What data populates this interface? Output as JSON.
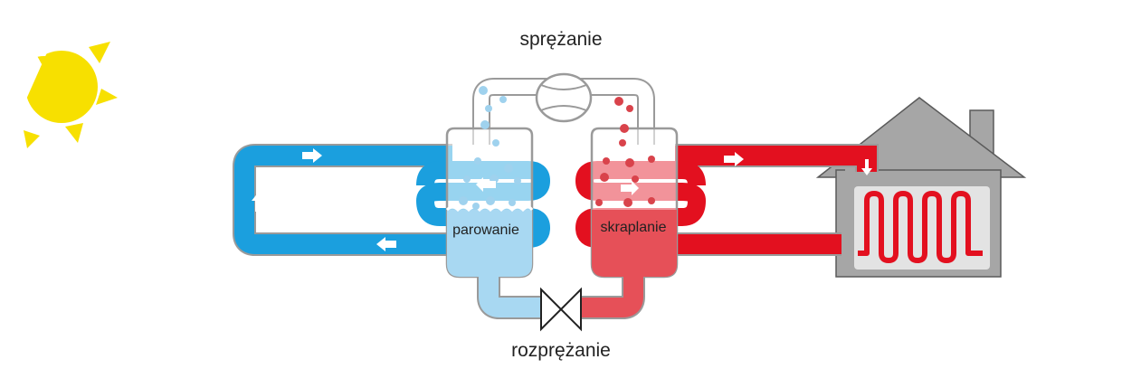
{
  "labels": {
    "compression": "sprężanie",
    "expansion": "rozprężanie",
    "evaporation": "parowanie",
    "condensation": "skraplanie"
  },
  "colors": {
    "cold_loop": "#1b9fde",
    "cold_fluid": "#a8d8f2",
    "hot_loop": "#e3101f",
    "hot_fluid": "#e65058",
    "sun": "#f7e000",
    "house": "#a6a6a6",
    "pipe_outline": "#9a9a9a"
  },
  "icons": {
    "sun": "sun-icon",
    "house": "house-icon",
    "radiator": "radiator-icon",
    "compressor": "compressor-icon",
    "valve": "expansion-valve-icon",
    "flow": "arrow-icon"
  }
}
